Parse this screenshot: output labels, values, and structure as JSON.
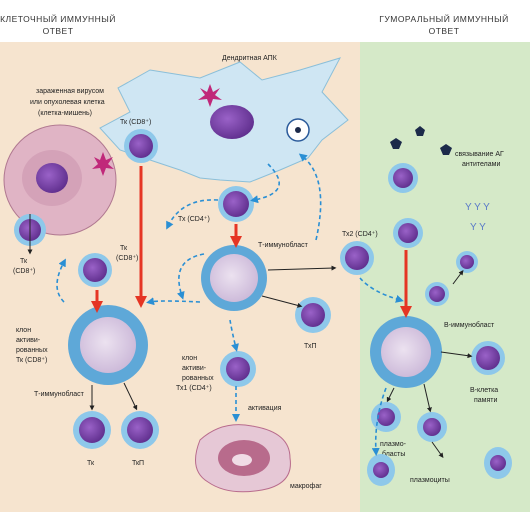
{
  "headers": {
    "left_line1": "КЛЕТОЧНЫЙ ИММУННЫЙ",
    "left_line2": "ОТВЕТ",
    "right_line1": "ГУМОРАЛЬНЫЙ ИММУННЫЙ",
    "right_line2": "ОТВЕТ"
  },
  "labels": {
    "dendritic": "Дендритная АПК",
    "target_l1": "зараженная вирусом",
    "target_l2": "или опухолевая клетка",
    "target_l3": "(клетка-мишень)",
    "tk_cd8_top": "Тк (CD8⁺)",
    "tk_left_l1": "Тк",
    "tk_left_l2": "(CD8⁺)",
    "tk_mid_l1": "Тк",
    "tk_mid_l2": "(CD8⁺)",
    "tx_cd4": "Тх (CD4⁺)",
    "t_immunoblast_center": "Т-иммунобласт",
    "tx2_cd4": "Тх2 (CD4⁺)",
    "binding_l1": "связывание АГ",
    "binding_l2": "антителами",
    "clone_tk_l1": "клон",
    "clone_tk_l2": "активи-",
    "clone_tk_l3": "рованных",
    "clone_tk_l4": "Тк (CD8⁺)",
    "t_immunoblast_left": "Т-иммунобласт",
    "clone_tx_l1": "клон",
    "clone_tx_l2": "активи-",
    "clone_tx_l3": "рованных",
    "clone_tx_l4": "Тх1 (CD4⁺)",
    "txp_center": "ТхП",
    "activation": "активация",
    "macrophage": "макрофаг",
    "tk_bottom": "Тк",
    "tkp_bottom": "ТкП",
    "b_immunoblast": "В-иммунобласт",
    "b_memory_l1": "В-клетка",
    "b_memory_l2": "памяти",
    "plasmoblasts_l1": "плазмо-",
    "plasmoblasts_l2": "бласты",
    "plasmocytes": "плазмоциты"
  },
  "colors": {
    "left_panel": "#f6e4cf",
    "right_panel": "#d5e9c8",
    "dendritic_cell": "#cfe6f3",
    "target_cell": "#e0b4c5",
    "cell_halo": "#8ec8ea",
    "nucleus": "#6e3c9c",
    "red_arrow": "#e53524",
    "blue_arrow": "#2a8fd4",
    "macrophage": "#b86b8c"
  }
}
